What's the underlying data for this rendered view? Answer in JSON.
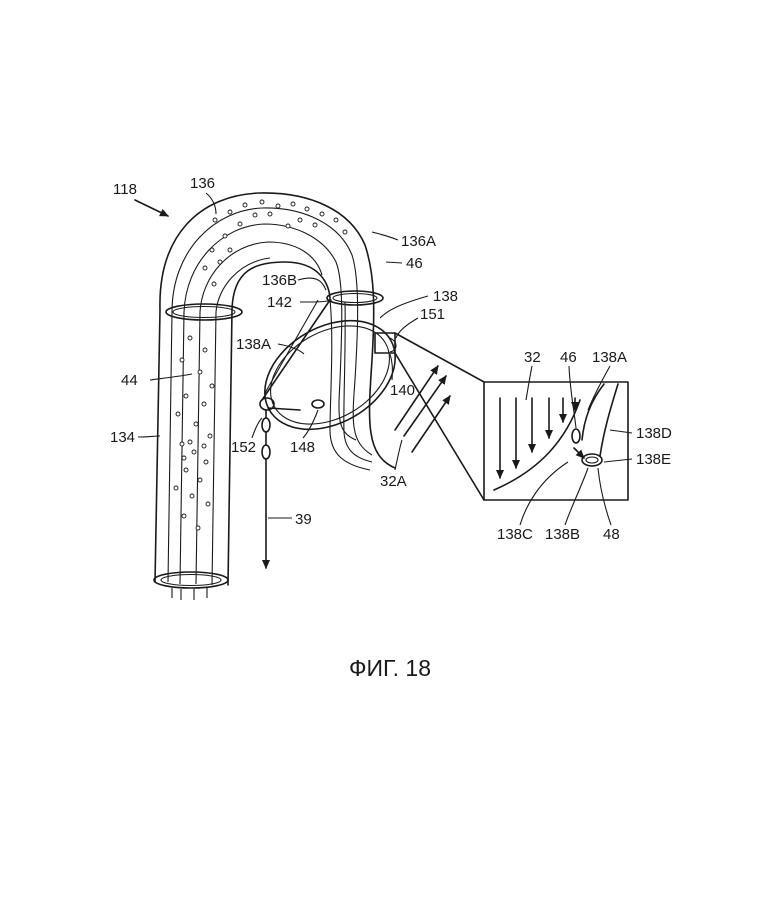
{
  "figure": {
    "caption": "ФИГ. 18",
    "labels": {
      "l118": "118",
      "l136": "136",
      "l136A": "136A",
      "l46": "46",
      "l136B": "136B",
      "l138": "138",
      "l142": "142",
      "l151": "151",
      "l138A": "138A",
      "l44": "44",
      "l140": "140",
      "l134": "134",
      "l152": "152",
      "l148": "148",
      "l32A": "32A",
      "l39": "39",
      "i32": "32",
      "i46": "46",
      "i138A": "138A",
      "i138D": "138D",
      "i138E": "138E",
      "i138C": "138C",
      "i138B": "138B",
      "i48": "48"
    }
  }
}
